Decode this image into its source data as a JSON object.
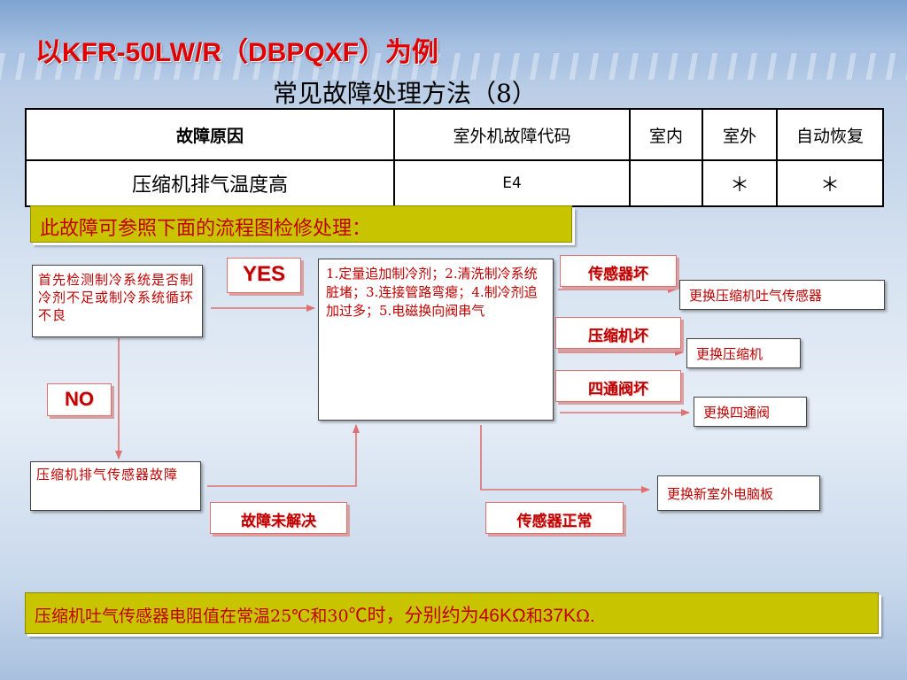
{
  "title": "以KFR-50LW/R（DBPQXF）为例",
  "subtitle": "常见故障处理方法（8）",
  "table": {
    "headers": [
      "故障原因",
      "室外机故障代码",
      "室内",
      "室外",
      "自动恢复"
    ],
    "row": [
      "压缩机排气温度高",
      "E4",
      "",
      "＊",
      "＊"
    ]
  },
  "note": "此故障可参照下面的流程图检修处理：",
  "flow": {
    "first_check": "首先检测制冷系统是否制冷剂不足或制冷系统循环不良",
    "yes_label": "YES",
    "no_label": "NO",
    "causes": [
      "1.定量追加制冷剂；2.清洗制冷系统脏堵；3.连接管路弯瘪；4.制冷剂追加过多；5.电磁换向阀串气"
    ],
    "sensor_fault": "压缩机排气传感器故障",
    "unsolved_label": "故障未解决",
    "sensor_normal_label": "传感器正常",
    "branch_sensor_bad": "传感器坏",
    "branch_compressor_bad": "压缩机坏",
    "branch_valve_bad": "四通阀坏",
    "action_sensor": "更换压缩机吐气传感器",
    "action_compressor": "更换压缩机",
    "action_valve": "更换四通阀",
    "action_board": "更换新室外电脑板"
  },
  "bottom_note": {
    "part1": "压缩机吐气传感器电阻值在常温25℃和30",
    "part2": "℃时，分别约为",
    "value1": "46KΩ",
    "part3": "和",
    "value2": "37K",
    "part4": "Ω."
  },
  "colors": {
    "accent_red": "#c00000",
    "title_red": "#e10000",
    "note_bar": "#c9c400"
  }
}
